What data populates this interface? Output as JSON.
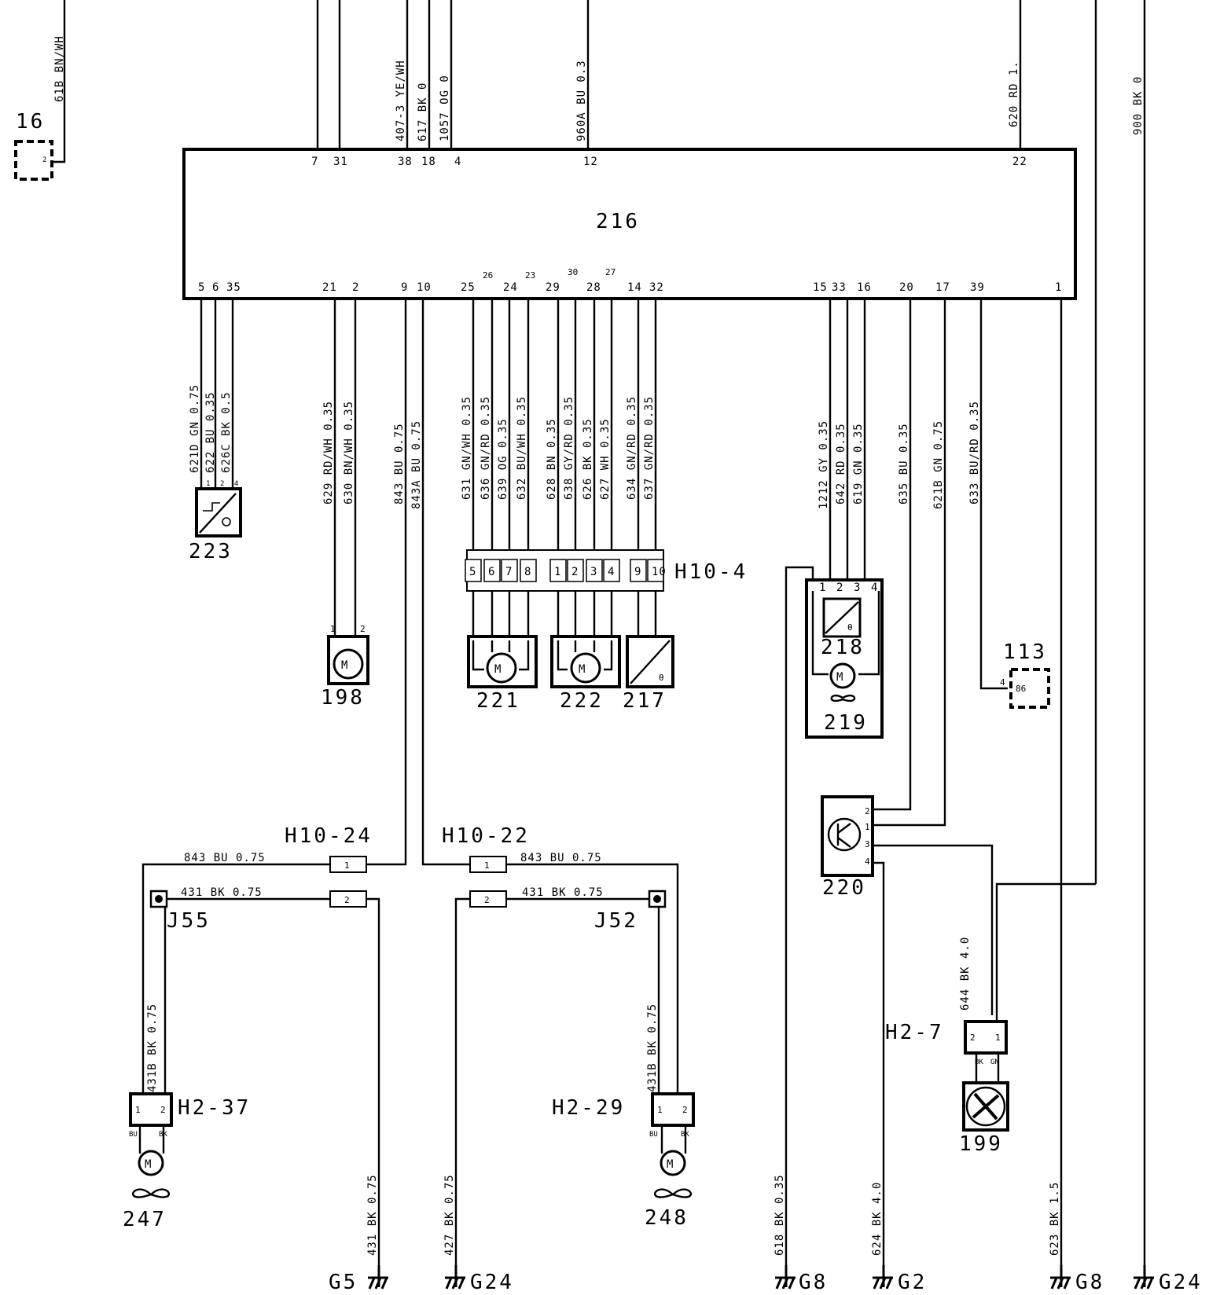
{
  "components": {
    "c16": "16",
    "c216": "216",
    "c223": "223",
    "c198": "198",
    "c221": "221",
    "c222": "222",
    "c217": "217",
    "c218": "218",
    "c219": "219",
    "c113": "113",
    "c220": "220",
    "c199": "199",
    "c247": "247",
    "c248": "248"
  },
  "connectors": {
    "h10_4": "H10-4",
    "h10_24": "H10-24",
    "h10_22": "H10-22",
    "h2_37": "H2-37",
    "h2_29": "H2-29",
    "h2_7": "H2-7",
    "j55": "J55",
    "j52": "J52"
  },
  "grounds": {
    "g5": "G5",
    "g24a": "G24",
    "g8a": "G8",
    "g2": "G2",
    "g8b": "G8",
    "g24b": "G24"
  },
  "ecu_pins_top": [
    {
      "id": "t7",
      "text": "7"
    },
    {
      "id": "t31",
      "text": "31"
    },
    {
      "id": "t38",
      "text": "38"
    },
    {
      "id": "t18",
      "text": "18"
    },
    {
      "id": "t4",
      "text": "4"
    },
    {
      "id": "t12",
      "text": "12"
    },
    {
      "id": "t22",
      "text": "22"
    }
  ],
  "ecu_pins_bottom": [
    "5",
    "6",
    "35",
    "21",
    "2",
    "9",
    "10",
    "25",
    "26",
    "24",
    "23",
    "29",
    "30",
    "28",
    "27",
    "14",
    "32",
    "15",
    "33",
    "16",
    "20",
    "17",
    "39",
    "1"
  ],
  "wires_top": [
    "61B BN/WH",
    "407-3 YE/WH",
    "617 BK 0",
    "1057 OG 0",
    "960A BU 0.3",
    "620 RD 1.",
    "900 BK 0"
  ],
  "wires_vertical": [
    "621D GN 0.75",
    "622 BU 0.35",
    "626C BK 0.5",
    "629 RD/WH 0.35",
    "630 BN/WH 0.35",
    "843 BU 0.75",
    "843A BU 0.75",
    "631 GN/WH 0.35",
    "636 GN/RD 0.35",
    "639 OG 0.35",
    "632 BU/WH 0.35",
    "628 BN 0.35",
    "638 GY/RD 0.35",
    "626 BK 0.35",
    "627 WH 0.35",
    "634 GN/RD 0.35",
    "637 GN/RD 0.35",
    "1212 GY 0.35",
    "642 RD 0.35",
    "619 GN 0.35",
    "635 BU 0.35",
    "621B GN 0.75",
    "633 BU/RD 0.35"
  ],
  "h10_4_pins": [
    "5",
    "6",
    "7",
    "8",
    "1",
    "2",
    "3",
    "4",
    "9",
    "10"
  ],
  "wires_lower": {
    "w843_left": "843   BU   0.75",
    "w431_left": "431   BK   0.75",
    "w843_right": "843   BU   0.75",
    "w431_right": "431   BK   0.75",
    "w431b_left": "431B   BK   0.75",
    "w431b_right": "431B   BK   0.75",
    "w431_g5": "431   BK   0.75",
    "w427": "427   BK   0.75",
    "w618": "618   BK   0.35",
    "w624": "624   BK   4.0",
    "w623": "623   BK   1.5",
    "w644": "644   BK   4.0"
  },
  "pin_labels": {
    "m198_1": "1",
    "m198_2": "2",
    "c218_1": "1",
    "c218_2": "2",
    "c218_3": "3",
    "c218_4": "4",
    "c113_4": "4",
    "c113_86": "86",
    "c220_2": "2",
    "c220_1": "1",
    "c220_3": "3",
    "c220_4": "4",
    "h10_24_1": "1",
    "h10_24_2": "2",
    "h10_22_1": "1",
    "h10_22_2": "2",
    "h2_37_1": "1",
    "h2_37_2": "2",
    "h2_29_1": "1",
    "h2_29_2": "2",
    "h2_7_2": "2",
    "h2_7_1": "1",
    "c223_1": "1",
    "c223_2": "2",
    "c223_4": "4",
    "c16_2": "2",
    "bu_247": "BU",
    "bk_247": "BK",
    "bu_248": "BU",
    "bk_248": "BK",
    "bk_199": "BK",
    "gn_199": "GN",
    "motor": "M"
  }
}
